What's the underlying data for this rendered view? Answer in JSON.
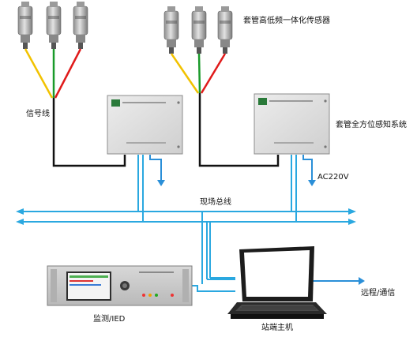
{
  "labels": {
    "sensor_type": "套管高低频一体化传感器",
    "signal_line": "信号线",
    "sensing_system": "套管全方位感知系统",
    "power": "AC220V",
    "field_bus": "现场总线",
    "monitor": "监测/IED",
    "host": "站端主机",
    "remote": "远程/通信"
  },
  "colors": {
    "wire_yellow": "#f2c200",
    "wire_green": "#1a9a2a",
    "wire_red": "#e01a1a",
    "bus_blue": "#2aa8e0",
    "arrow_blue": "#2a8fd8",
    "cabinet": "#dedede",
    "sensor_body": "#b8b8b8"
  }
}
